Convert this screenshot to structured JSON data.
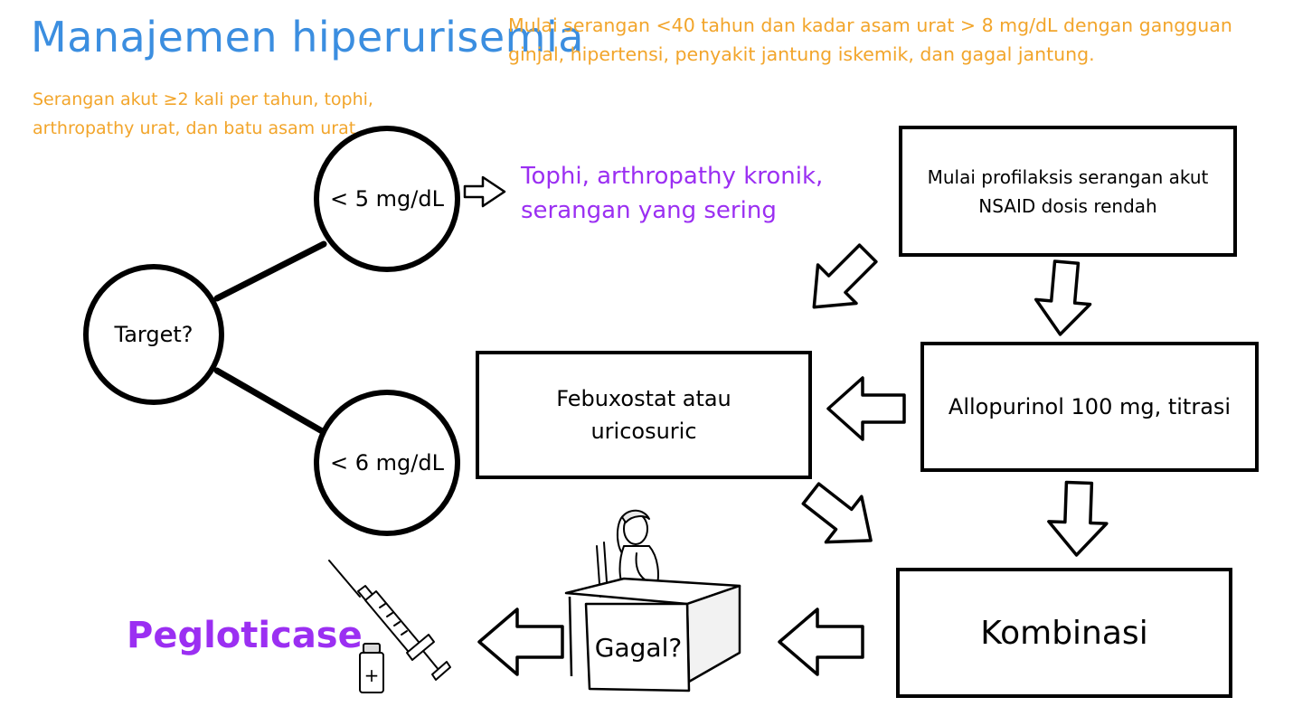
{
  "title": "Manajemen hiperurisemia",
  "notes": {
    "top_right": "Mulai serangan <40 tahun dan kadar asam urat > 8 mg/dL dengan gangguan ginjal, hipertensi, penyakit jantung iskemik, dan gagal jantung.",
    "top_left": "Serangan akut ≥2 kali per tahun, tophi, arthropathy urat, dan batu asam urat."
  },
  "nodes": {
    "target": "Target?",
    "lt5": "< 5 mg/dL",
    "lt6": "< 6 mg/dL",
    "lt5_note_line1": "Tophi, arthropathy kronik,",
    "lt5_note_line2": "serangan yang sering",
    "prophylaxis_line1": "Mulai profilaksis serangan akut",
    "prophylaxis_line2": "NSAID dosis rendah",
    "allopurinol": "Allopurinol 100 mg, titrasi",
    "febuxostat_line1": "Febuxostat atau",
    "febuxostat_line2": "uricosuric",
    "kombinasi": "Kombinasi",
    "gagal": "Gagal?",
    "pegloticase": "Pegloticase"
  },
  "colors": {
    "title": "#3b8ee0",
    "notes": "#f2a52b",
    "highlight": "#9b2ff2"
  },
  "icons": [
    "hollow-arrow-icon",
    "syringe-icon",
    "vial-icon",
    "desk-icon",
    "person-icon"
  ]
}
